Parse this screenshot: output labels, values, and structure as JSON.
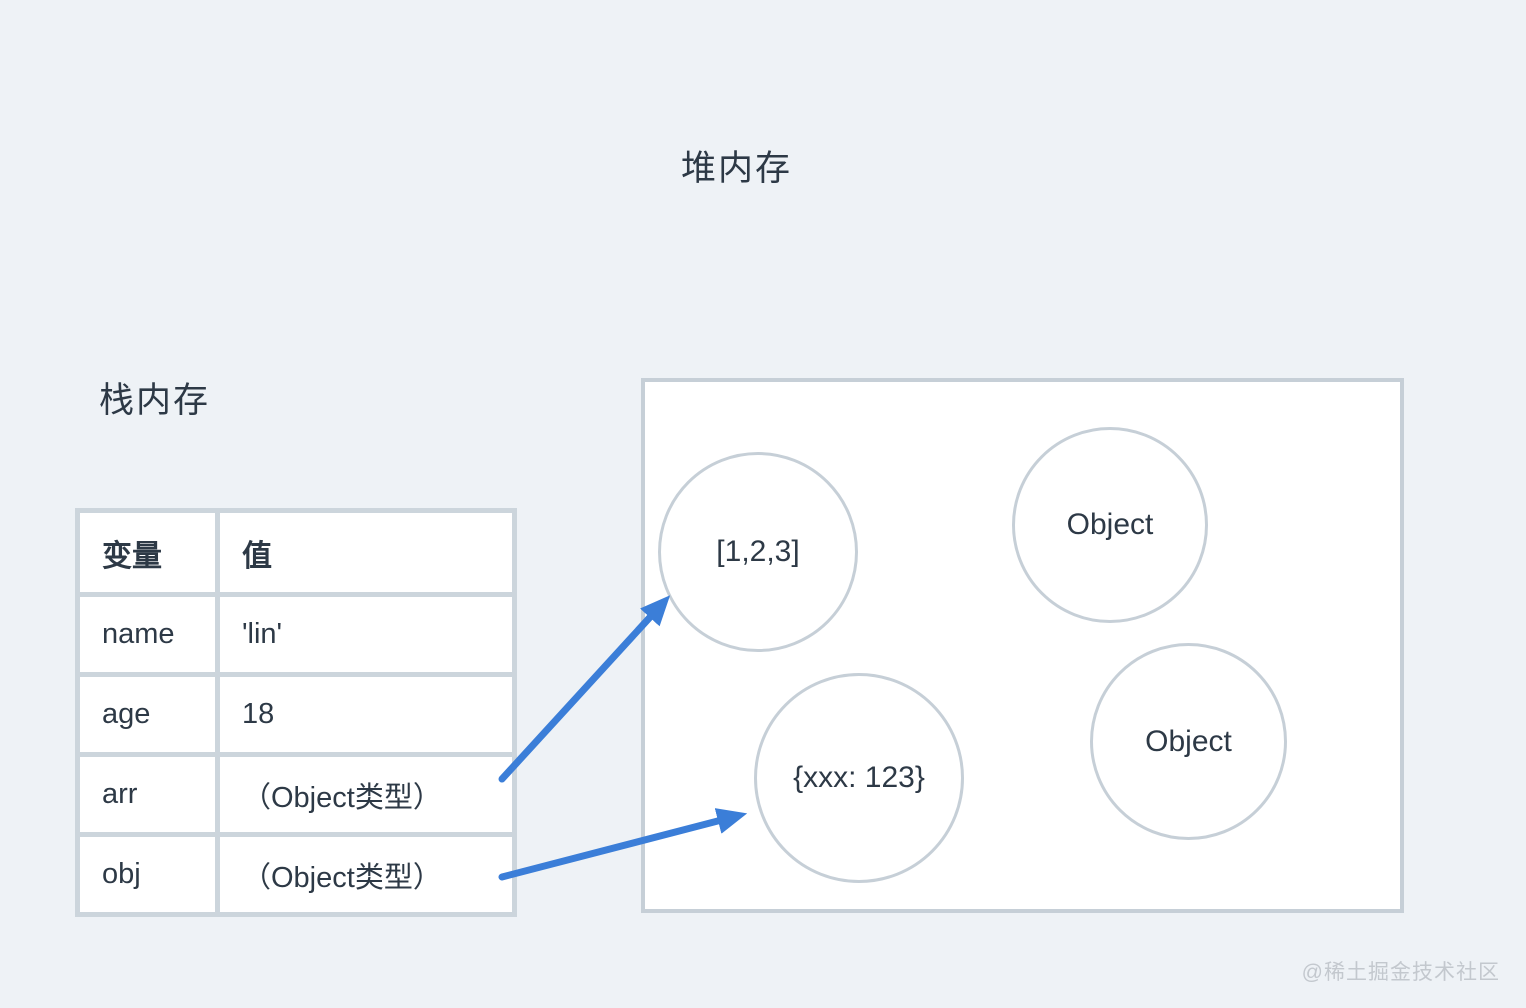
{
  "page": {
    "watermark": "@稀土掘金技术社区",
    "background_color": "#eef2f6"
  },
  "heap": {
    "title": "堆内存",
    "objects": [
      {
        "id": "array",
        "label": "[1,2,3]"
      },
      {
        "id": "object-top",
        "label": "Object"
      },
      {
        "id": "object-literal",
        "label": "{xxx: 123}"
      },
      {
        "id": "object-bottom",
        "label": "Object"
      }
    ]
  },
  "stack": {
    "title": "栈内存",
    "table": {
      "headers": [
        "变量",
        "值"
      ],
      "rows": [
        {
          "variable": "name",
          "value": "'lin'"
        },
        {
          "variable": "age",
          "value": "18"
        },
        {
          "variable": "arr",
          "value": "（Object类型）"
        },
        {
          "variable": "obj",
          "value": "（Object类型）"
        }
      ]
    }
  },
  "arrows": [
    {
      "from": "arr",
      "to": "array"
    },
    {
      "from": "obj",
      "to": "object-literal"
    }
  ],
  "colors": {
    "arrow": "#3b7ed8",
    "box_border": "#c6cfd7",
    "table_border": "#ccd5dc",
    "text": "#2d3946",
    "watermark": "#c3c8ce"
  }
}
